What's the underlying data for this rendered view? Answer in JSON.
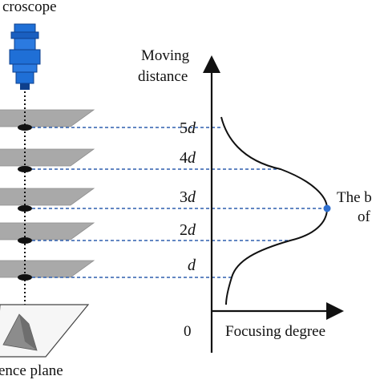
{
  "labels": {
    "microscope": "croscope",
    "moving_distance_line1": "Moving",
    "moving_distance_line2": "distance",
    "origin": "0",
    "focusing_degree": "Focusing degree",
    "reference_plane": "ence plane",
    "best_line1": "The b",
    "best_line2": "of"
  },
  "ticks": [
    {
      "coef": "5",
      "var": "d"
    },
    {
      "coef": "4",
      "var": "d"
    },
    {
      "coef": "3",
      "var": "d"
    },
    {
      "coef": "2",
      "var": "d"
    },
    {
      "coef": "",
      "var": "d"
    }
  ],
  "colors": {
    "microscope_blue": "#1f6fd6",
    "microscope_dark": "#0e3f8c",
    "plane_gray": "#a9a9a9",
    "dashed_blue": "#2e5fae",
    "peak_point": "#2f6fcf",
    "ink": "#111111",
    "sample_gray": "#8c8c8c"
  }
}
